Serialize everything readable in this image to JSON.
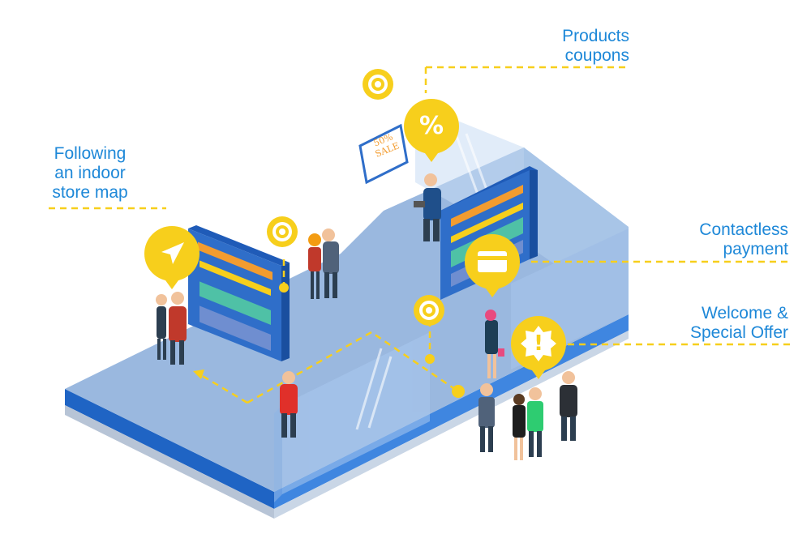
{
  "callouts": {
    "map": [
      "Following",
      "an indoor",
      "store map"
    ],
    "coupons": [
      "Products",
      "coupons"
    ],
    "payment": [
      "Contactless",
      "payment"
    ],
    "welcome": [
      "Welcome &",
      "Special Offer"
    ]
  },
  "sale_sign": [
    "50%",
    "SALE"
  ],
  "icons": {
    "map_pin": "navigation-arrow-icon",
    "coupons_pin": "percent-icon",
    "payment_pin": "credit-card-icon",
    "welcome_pin": "exclamation-badge-icon",
    "beacons": "wireless-beacon-icon"
  },
  "colors": {
    "accent_yellow": "#f7cf1c",
    "label_blue": "#1e88d8",
    "floor": "#9cb8df",
    "floor_edge": "#2a6fc9",
    "shelf": "#2f6ec9",
    "glass": "#bcd6f2"
  }
}
